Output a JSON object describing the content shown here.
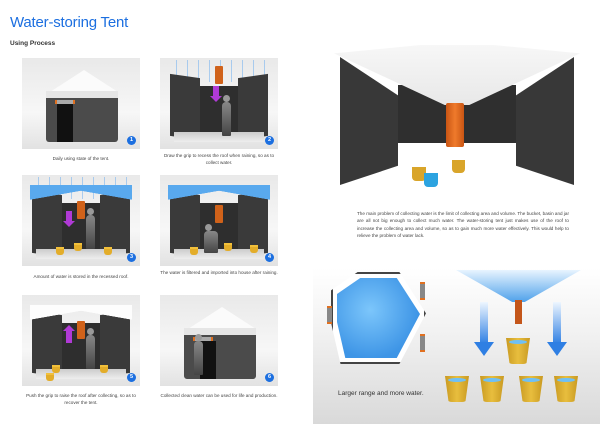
{
  "header": {
    "title": "Water-storing Tent",
    "subtitle": "Using Process"
  },
  "steps": [
    {
      "number": "1",
      "caption": "Daily using state of the tent."
    },
    {
      "number": "2",
      "caption": "Draw the grip to recess the roof when raining, so as to collect water."
    },
    {
      "number": "3",
      "caption": "Amount of water is stored in the recessed roof."
    },
    {
      "number": "4",
      "caption": "The water is filtered and imported into house after raining."
    },
    {
      "number": "5",
      "caption": "Push the grip to raise the roof after collecting, so as to recover the tent."
    },
    {
      "number": "6",
      "caption": "Collected clean water can be used for life and production."
    }
  ],
  "description": "The main problem of collecting water is the limit of collecting area and volume. The bucket, basin and jar are all not big enough to collect much water. The water-storing tent just makes use of the roof to increase the collecting area and volume, so as to gain much more water effectively. This would help to relieve the problem of water lack.",
  "panel": {
    "caption": "Larger range and more water."
  },
  "colors": {
    "accent": "#1c6fe0",
    "water": "#3e95e6",
    "pipe": "#d0621a",
    "bucket": "#e3ad2a",
    "arrow": "#b03ad6"
  }
}
